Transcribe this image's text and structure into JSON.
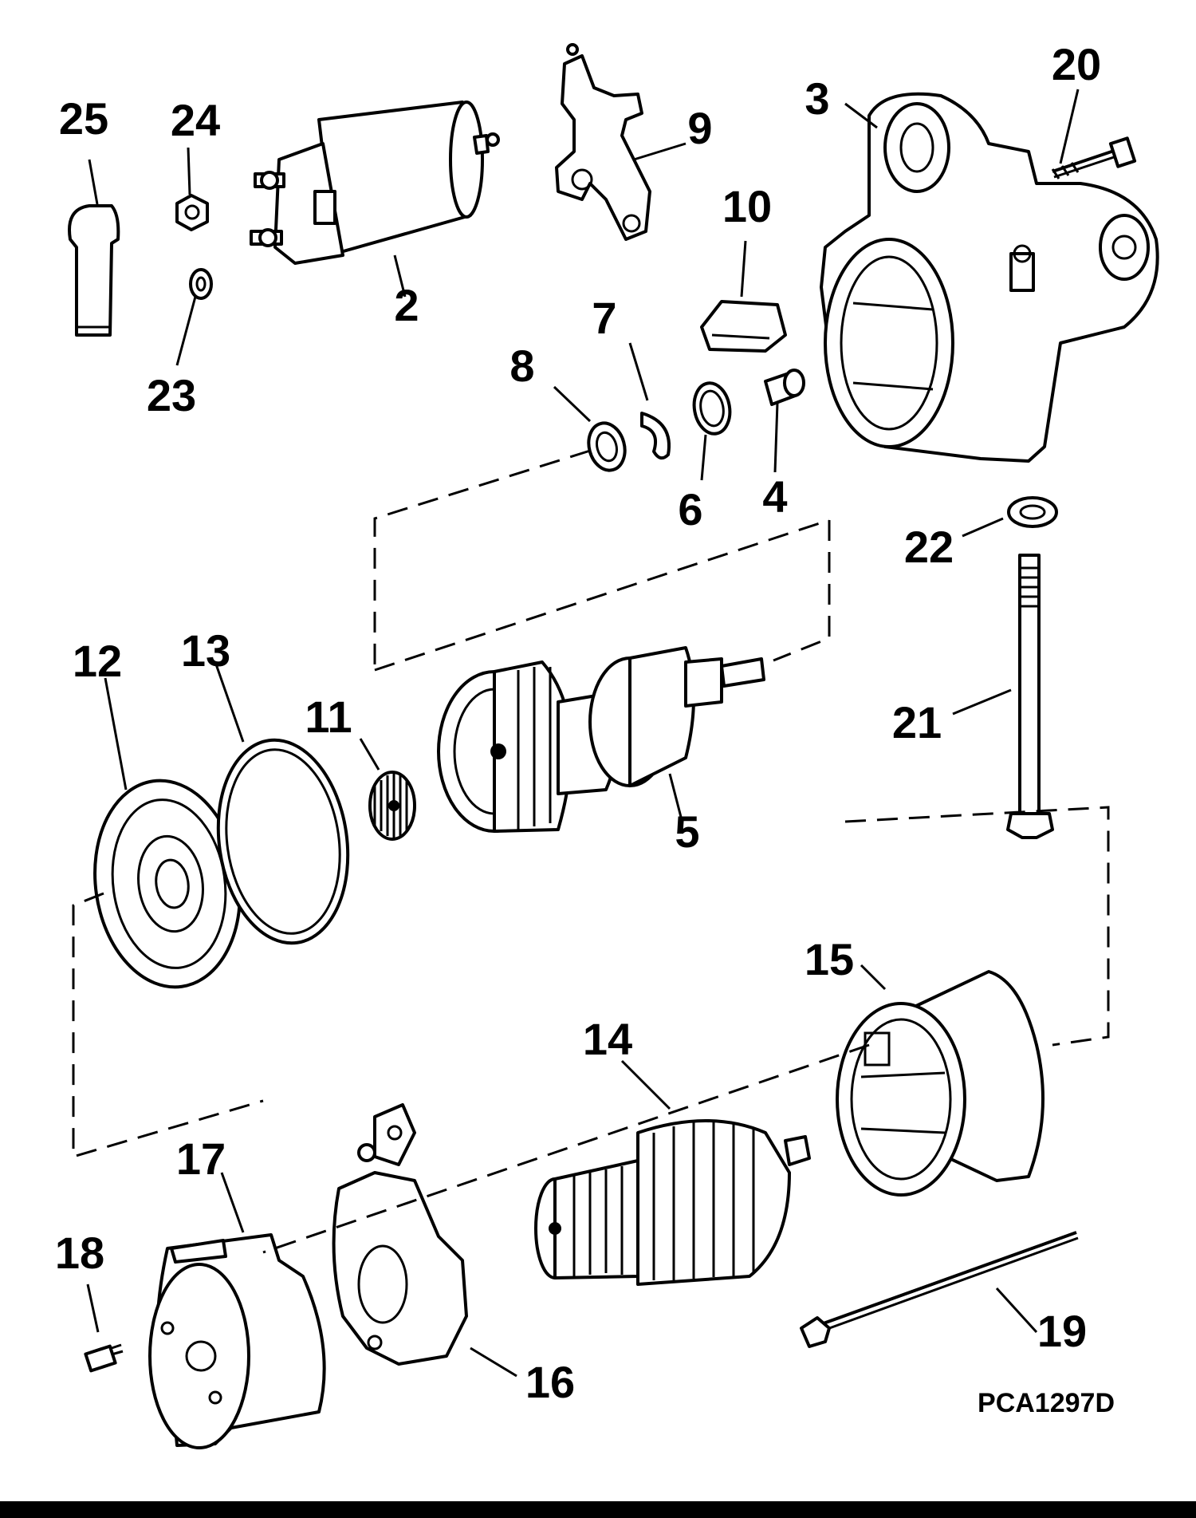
{
  "diagram": {
    "drawing_code": "PCA1297D",
    "callouts": [
      {
        "id": "1",
        "text": "2"
      },
      {
        "id": "2",
        "text": "3"
      },
      {
        "id": "3",
        "text": "4"
      },
      {
        "id": "4",
        "text": "5"
      },
      {
        "id": "5",
        "text": "6"
      },
      {
        "id": "6",
        "text": "7"
      },
      {
        "id": "7",
        "text": "8"
      },
      {
        "id": "8",
        "text": "9"
      },
      {
        "id": "9",
        "text": "10"
      },
      {
        "id": "10",
        "text": "11"
      },
      {
        "id": "11",
        "text": "12"
      },
      {
        "id": "12",
        "text": "13"
      },
      {
        "id": "13",
        "text": "14"
      },
      {
        "id": "14",
        "text": "15"
      },
      {
        "id": "15",
        "text": "16"
      },
      {
        "id": "16",
        "text": "17"
      },
      {
        "id": "17",
        "text": "18"
      },
      {
        "id": "18",
        "text": "19"
      },
      {
        "id": "19",
        "text": "20"
      },
      {
        "id": "20",
        "text": "21"
      },
      {
        "id": "21",
        "text": "22"
      },
      {
        "id": "22",
        "text": "23"
      },
      {
        "id": "23",
        "text": "24"
      },
      {
        "id": "24",
        "text": "25"
      }
    ]
  },
  "colors": {
    "ink": "#000000",
    "paper": "#ffffff"
  }
}
